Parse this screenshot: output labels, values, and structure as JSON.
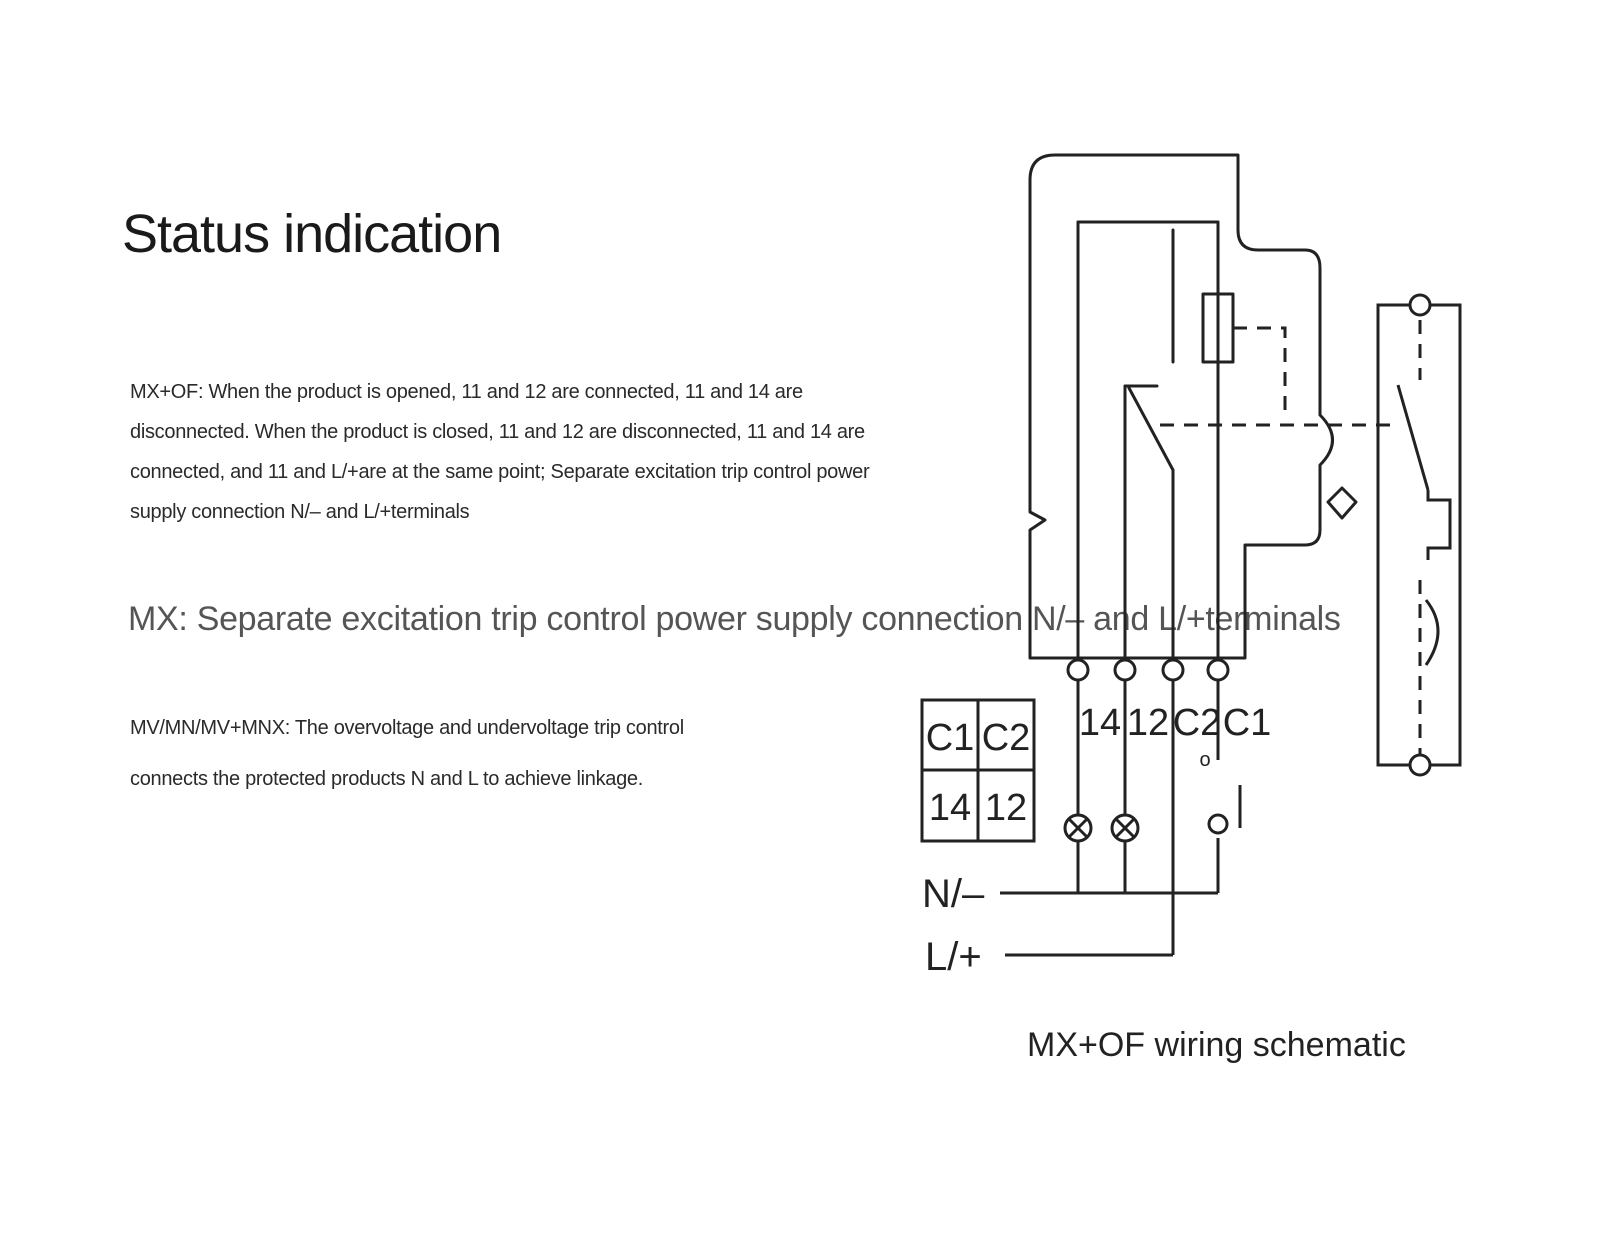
{
  "title": "Status indication",
  "mx_of_description": [
    "MX+OF: When the product is opened, 11 and 12 are connected, 11 and 14 are",
    "disconnected. When the product is closed, 11 and 12 are disconnected, 11 and 14 are",
    "connected, and 11 and L/+are at the same point; Separate excitation trip control power",
    "supply connection N/– and L/+terminals"
  ],
  "mx_description": "MX: Separate excitation trip control power supply connection N/– and L/+terminals",
  "mv_description": [
    "MV/MN/MV+MNX: The overvoltage and undervoltage trip control",
    "connects the protected products N and L to achieve linkage."
  ],
  "schematic": {
    "caption": "MX+OF wiring schematic",
    "terminal_labels": [
      "14",
      "12",
      "C2",
      "C1"
    ],
    "legend_table": [
      [
        "C1",
        "C2"
      ],
      [
        "14",
        "12"
      ]
    ],
    "supply_labels": {
      "neutral": "N/–",
      "line": "L/+"
    },
    "small_mark": "o"
  }
}
